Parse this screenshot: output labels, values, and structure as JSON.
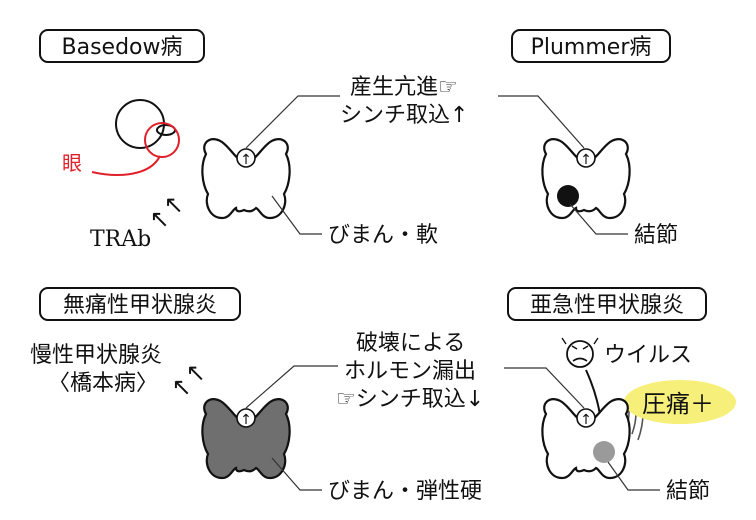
{
  "colors": {
    "ink": "#111111",
    "accent_red": "#e0202a",
    "highlight_yellow": "#f6f07a",
    "gland_gray": "#6f6f6f",
    "nodule_gray": "#9a9a9a"
  },
  "panels": {
    "basedow": {
      "title": "Basedow病",
      "eye_note": "眼",
      "antibody": "TRAb",
      "antibody_mark": "↑↑",
      "gland_arrow": "↑",
      "finding": "びまん・軟"
    },
    "plummer": {
      "title": "Plummer病",
      "gland_arrow": "↑",
      "finding": "結節"
    },
    "painless": {
      "title": "無痛性甲状腺炎",
      "side_note_line1": "慢性甲状腺炎",
      "side_note_line2": "〈橋本病〉",
      "side_mark": "↑↑",
      "gland_arrow": "↑",
      "finding": "びまん・弾性硬"
    },
    "subacute": {
      "title": "亜急性甲状腺炎",
      "virus_icon": "sick-face-icon",
      "virus_label": "ウイルス",
      "pain_label": "圧痛＋",
      "gland_arrow": "↑",
      "finding": "結節"
    }
  },
  "shared": {
    "top_line1": "産生亢進☞",
    "top_line2": "シンチ取込↑",
    "bottom_line1": "破壊による",
    "bottom_line2": "ホルモン漏出",
    "bottom_line3": "☞シンチ取込↓"
  }
}
